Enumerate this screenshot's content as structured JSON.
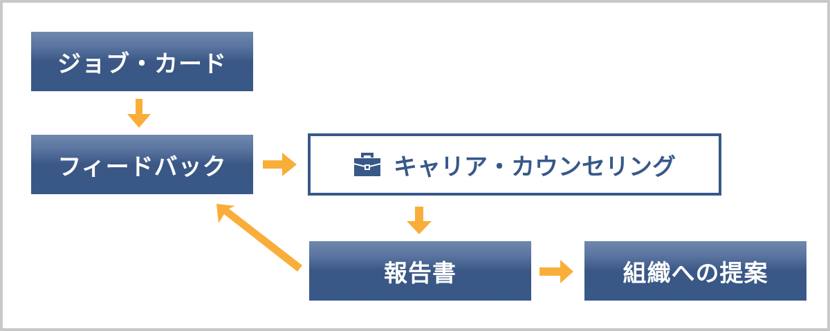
{
  "diagram": {
    "nodes": [
      {
        "id": "job-card",
        "label": "ジョブ・カード"
      },
      {
        "id": "feedback",
        "label": "フィードバック"
      },
      {
        "id": "career-counseling",
        "label": "キャリア・カウンセリング",
        "icon": "briefcase-icon"
      },
      {
        "id": "report",
        "label": "報告書"
      },
      {
        "id": "proposal",
        "label": "組織への提案"
      }
    ],
    "edges": [
      {
        "from": "job-card",
        "to": "feedback"
      },
      {
        "from": "feedback",
        "to": "career-counseling"
      },
      {
        "from": "career-counseling",
        "to": "report"
      },
      {
        "from": "report",
        "to": "proposal"
      },
      {
        "from": "report",
        "to": "feedback"
      }
    ],
    "colors": {
      "node": "#385888",
      "arrow": "#f9ae3a",
      "frame": "#c8c8c8"
    }
  }
}
